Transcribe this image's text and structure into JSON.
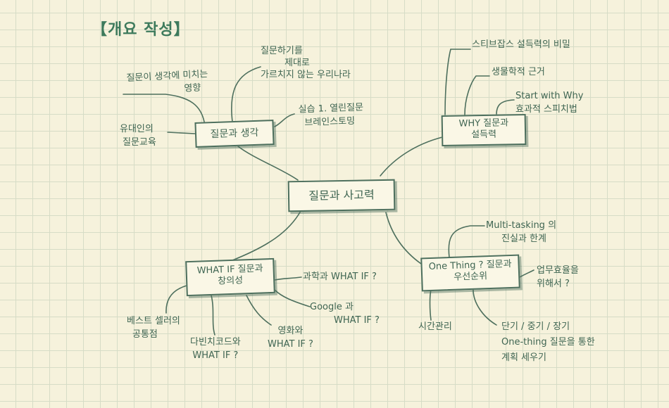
{
  "title": "【개요 작성】",
  "center": "질문과 사고력",
  "nodes": {
    "question_thought": "질문과 생각",
    "why": [
      "WHY 질문과",
      "설득력"
    ],
    "what_if": [
      "WHAT IF 질문과",
      "창의성"
    ],
    "one_thing": [
      "One Thing ? 질문과",
      "우선순위"
    ]
  },
  "leaves": {
    "question_influence": [
      "질문이 생각에 미치는",
      "영향"
    ],
    "bad_question": [
      "질문하기를",
      "제대로",
      "가르치지 않는 우리나라"
    ],
    "practice": [
      "실습 1. 열린질문",
      "브레인스토밍"
    ],
    "jewish": [
      "유대인의",
      "질문교육"
    ],
    "steve_jobs": "스티브잡스  설득력의 비밀",
    "bio_proof": "생물학적 근거",
    "start_with_why": [
      "Start with Why",
      "효과적 스피치법"
    ],
    "multitasking": [
      "Multi-tasking 의",
      "진실과 한계"
    ],
    "efficiency": [
      "업무효율을",
      "위해서 ?"
    ],
    "time_mgmt": "시간관리",
    "planning": [
      "단기 / 중기 / 장기",
      "One-thing 질문을 통한",
      "계획 세우기"
    ],
    "science": "과학과 WHAT IF ?",
    "google": [
      "Google 과",
      "WHAT IF ?"
    ],
    "bestseller": [
      "베스트 셀러의",
      "공통점"
    ],
    "davinci": [
      "다빈치코드와",
      "WHAT IF ?"
    ],
    "movie": [
      "영화와",
      "WHAT IF ?"
    ]
  },
  "colors": {
    "ink": "#3f6552",
    "title": "#3d7a5c",
    "paper": "#f6f2dc",
    "grid": "#d6dcc6"
  }
}
